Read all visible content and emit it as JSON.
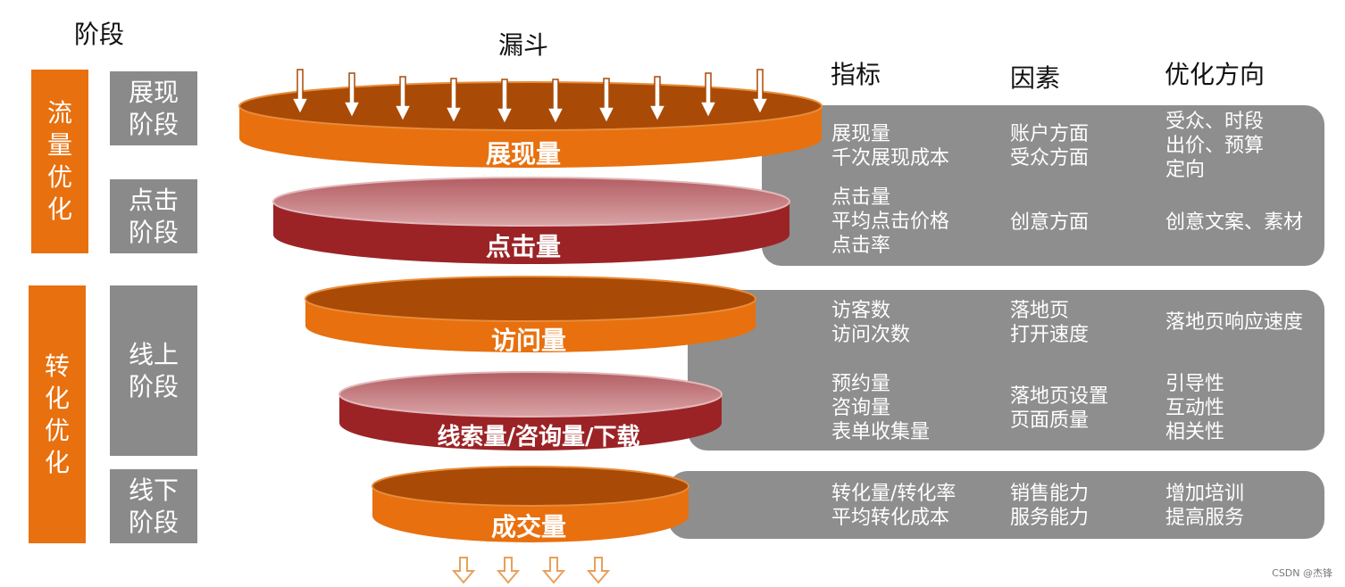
{
  "headers": {
    "stage": "阶段",
    "funnel": "漏斗",
    "metrics": "指标",
    "factors": "因素",
    "directions": "优化方向"
  },
  "left": {
    "traffic_label": "流\n量\n优\n化",
    "conversion_label": "转\n化\n优\n化",
    "stages": [
      "展现\n阶段",
      "点击\n阶段",
      "线上\n阶段",
      "线下\n阶段"
    ]
  },
  "funnel": {
    "layers": [
      {
        "label": "展现量",
        "color": "orange"
      },
      {
        "label": "点击量",
        "color": "red"
      },
      {
        "label": "访问量",
        "color": "orange"
      },
      {
        "label": "线索量/咨询量/下载",
        "color": "red"
      },
      {
        "label": "成交量",
        "color": "orange"
      }
    ],
    "colors": {
      "orange": "#E8700E",
      "orange_top": "#A94A06",
      "red": "#9B2326",
      "red_top": "#C9848A",
      "arrow": "#E8A05A"
    }
  },
  "table": {
    "rows": [
      {
        "metrics": "展现量\n千次展现成本",
        "factors": "账户方面\n受众方面",
        "directions": "受众、时段\n出价、预算\n定向"
      },
      {
        "metrics": "点击量\n平均点击价格\n点击率",
        "factors": "创意方面",
        "directions": "创意文案、素材"
      },
      {
        "metrics": "访客数\n访问次数",
        "factors": "落地页\n打开速度",
        "directions": "落地页响应速度"
      },
      {
        "metrics": "预约量\n咨询量\n表单收集量",
        "factors": "落地页设置\n页面质量",
        "directions": "引导性\n互动性\n相关性"
      },
      {
        "metrics": "转化量/转化率\n平均转化成本",
        "factors": "销售能力\n服务能力",
        "directions": "增加培训\n提高服务"
      }
    ]
  },
  "watermark": "CSDN @杰锋"
}
